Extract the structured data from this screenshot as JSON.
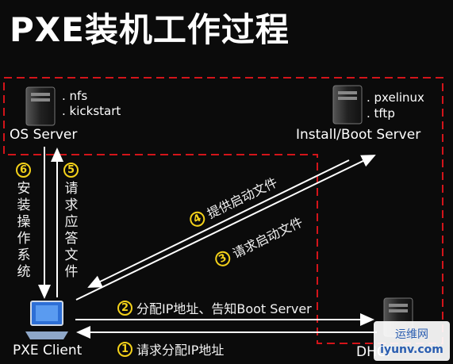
{
  "title": "PXE装机工作过程",
  "nodes": {
    "os_server": {
      "label": "OS Server",
      "items": [
        ". nfs",
        ". kickstart"
      ]
    },
    "install_boot_server": {
      "label": "Install/Boot Server",
      "items": [
        ". pxelinux",
        ". tftp"
      ]
    },
    "pxe_client": {
      "label": "PXE Client"
    },
    "dhcp": {
      "label": "DHCP"
    }
  },
  "steps": [
    {
      "num": "1",
      "text": "请求分配IP地址"
    },
    {
      "num": "2",
      "text": "分配IP地址、告知Boot Server"
    },
    {
      "num": "3",
      "text": "请求启动文件"
    },
    {
      "num": "4",
      "text": "提供启动文件"
    },
    {
      "num": "5",
      "text": "请求应答文件"
    },
    {
      "num": "6",
      "text": "安装操作系统"
    }
  ],
  "watermark": {
    "line1": "运维网",
    "line2": "iyunv.com"
  },
  "colors": {
    "background": "#0b0b0b",
    "dashed_border": "#d3141a",
    "step_circle": "#f4d21a",
    "arrow": "#ffffff"
  }
}
